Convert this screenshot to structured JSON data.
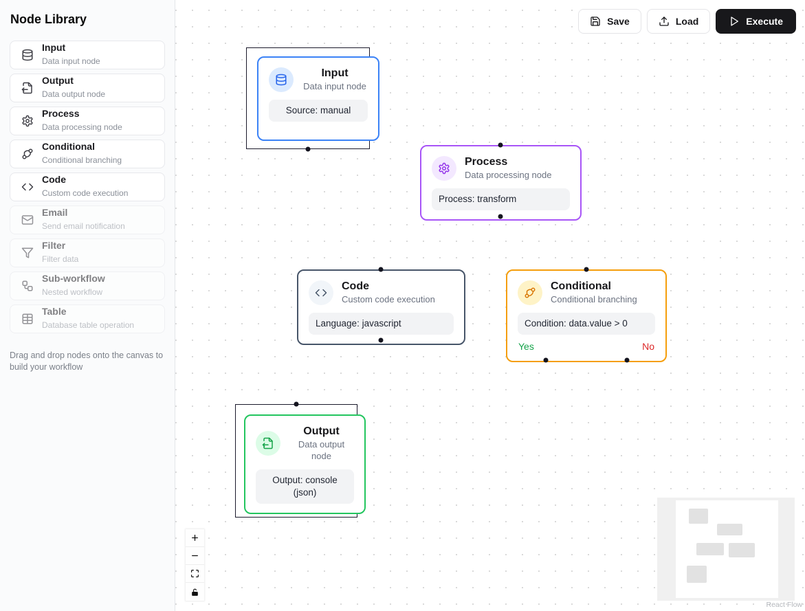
{
  "sidebar": {
    "title": "Node Library",
    "items": [
      {
        "label": "Input",
        "desc": "Data input node",
        "icon": "database-icon",
        "enabled": true
      },
      {
        "label": "Output",
        "desc": "Data output node",
        "icon": "file-output-icon",
        "enabled": true
      },
      {
        "label": "Process",
        "desc": "Data processing node",
        "icon": "gear-icon",
        "enabled": true
      },
      {
        "label": "Conditional",
        "desc": "Conditional branching",
        "icon": "git-branch-icon",
        "enabled": true
      },
      {
        "label": "Code",
        "desc": "Custom code execution",
        "icon": "code-icon",
        "enabled": true
      },
      {
        "label": "Email",
        "desc": "Send email notification",
        "icon": "mail-icon",
        "enabled": false
      },
      {
        "label": "Filter",
        "desc": "Filter data",
        "icon": "funnel-icon",
        "enabled": false
      },
      {
        "label": "Sub-workflow",
        "desc": "Nested workflow",
        "icon": "workflow-icon",
        "enabled": false
      },
      {
        "label": "Table",
        "desc": "Database table operation",
        "icon": "table-icon",
        "enabled": false
      }
    ],
    "hint": "Drag and drop nodes onto the canvas to build your workflow"
  },
  "toolbar": {
    "save_label": "Save",
    "load_label": "Load",
    "execute_label": "Execute",
    "execute_bg": "#18181b"
  },
  "canvas": {
    "handle_color": "#1a192b",
    "attribution": "React Flow",
    "nodes": [
      {
        "type": "input",
        "title": "Input",
        "subtitle": "Data input node",
        "detail": "Source: manual",
        "colors": {
          "border": "#3b82f6",
          "icon_bg": "#dbeafe",
          "icon_fg": "#2563eb"
        }
      },
      {
        "type": "process",
        "title": "Process",
        "subtitle": "Data processing node",
        "detail": "Process: transform",
        "colors": {
          "border": "#a855f7",
          "icon_bg": "#f3e8ff",
          "icon_fg": "#9333ea"
        }
      },
      {
        "type": "code",
        "title": "Code",
        "subtitle": "Custom code execution",
        "detail": "Language: javascript",
        "colors": {
          "border": "#475569",
          "icon_bg": "#f1f5f9",
          "icon_fg": "#475569"
        }
      },
      {
        "type": "conditional",
        "title": "Conditional",
        "subtitle": "Conditional branching",
        "detail": "Condition: data.value > 0",
        "yes_label": "Yes",
        "no_label": "No",
        "yes_color": "#16a34a",
        "no_color": "#dc2626",
        "colors": {
          "border": "#f59e0b",
          "icon_bg": "#fef3c7",
          "icon_fg": "#d97706"
        }
      },
      {
        "type": "output",
        "title": "Output",
        "subtitle": "Data output node",
        "detail": "Output: console (json)",
        "colors": {
          "border": "#22c55e",
          "icon_bg": "#dcfce7",
          "icon_fg": "#16a34a"
        }
      }
    ]
  }
}
